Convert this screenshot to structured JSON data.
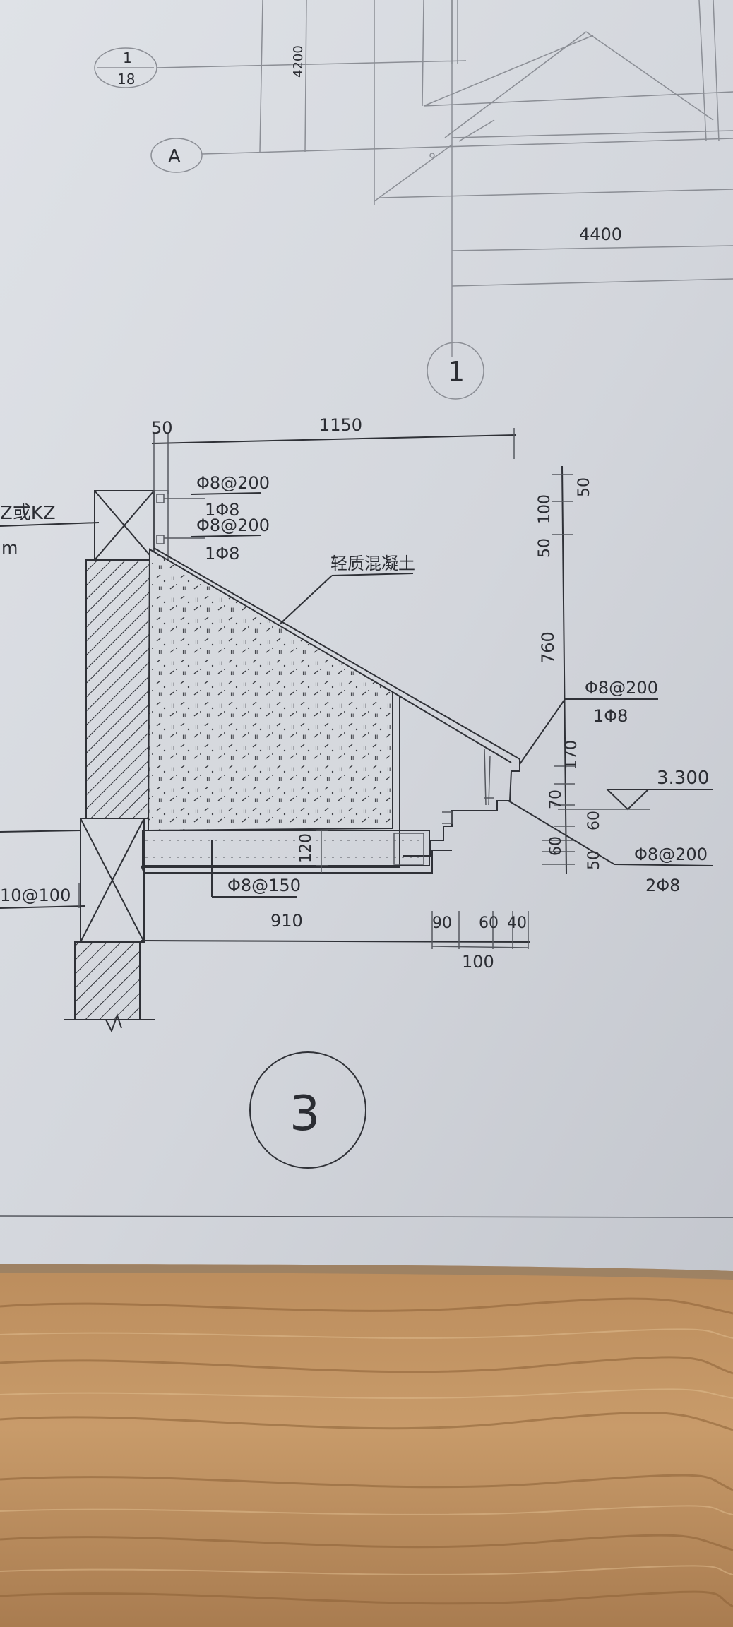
{
  "top_plan": {
    "axis_1_18_numerator": "1",
    "axis_1_18_denominator": "18",
    "axis_a": "A",
    "axis_1": "1",
    "dim_4200": "4200",
    "dim_4400": "4400"
  },
  "section": {
    "detail_number": "3",
    "dim_top_50": "50",
    "dim_top_1150": "1150",
    "left_label_kz": "Z或KZ",
    "left_label_m": "m",
    "left_label_stirrup": "10@100",
    "rebar_top_1": "Φ8@200",
    "rebar_top_1_main": "1Φ8",
    "rebar_top_2": "Φ8@200",
    "rebar_top_2_main": "1Φ8",
    "fill_material": "轻质混凝土",
    "rebar_right_1": "Φ8@200",
    "rebar_right_1_main": "1Φ8",
    "elevation": "3.300",
    "rebar_right_2": "Φ8@200",
    "rebar_right_2_main": "2Φ8",
    "rebar_bottom": "Φ8@150",
    "dim_slab_120": "120",
    "dim_v_50a": "50",
    "dim_v_100": "100",
    "dim_v_50b": "50",
    "dim_v_760": "760",
    "dim_v_170": "170",
    "dim_v_70": "70",
    "dim_v_60a": "60",
    "dim_v_60b": "60",
    "dim_v_50c": "50",
    "dim_h_910": "910",
    "dim_h_90": "90",
    "dim_h_60": "60",
    "dim_h_40": "40",
    "dim_h_100": "100"
  }
}
